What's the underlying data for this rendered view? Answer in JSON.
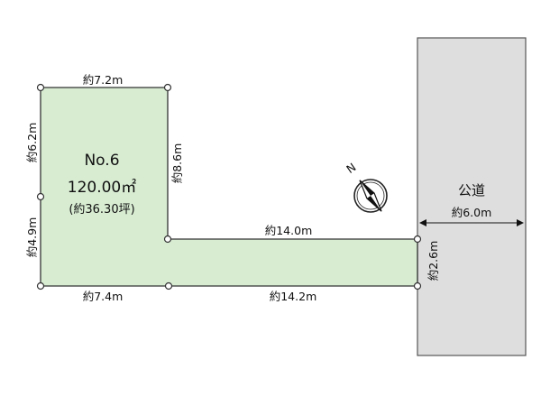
{
  "lot": {
    "number": "No.6",
    "area": "120.00㎡",
    "tsubo": "(約36.30坪)",
    "fill_color": "#d8ecd2",
    "stroke_color": "#333333"
  },
  "dimensions": {
    "top": "約7.2m",
    "left_upper": "約6.2m",
    "left_lower": "約4.9m",
    "inner_vertical": "約8.6m",
    "inner_horizontal": "約14.0m",
    "bottom_left": "約7.4m",
    "bottom_right": "約14.2m",
    "right_side": "約2.6m"
  },
  "road": {
    "name": "公道",
    "width": "約6.0m",
    "fill_color": "#dedede"
  },
  "compass": {
    "north_label": "N",
    "icon": "north-arrow-icon"
  }
}
